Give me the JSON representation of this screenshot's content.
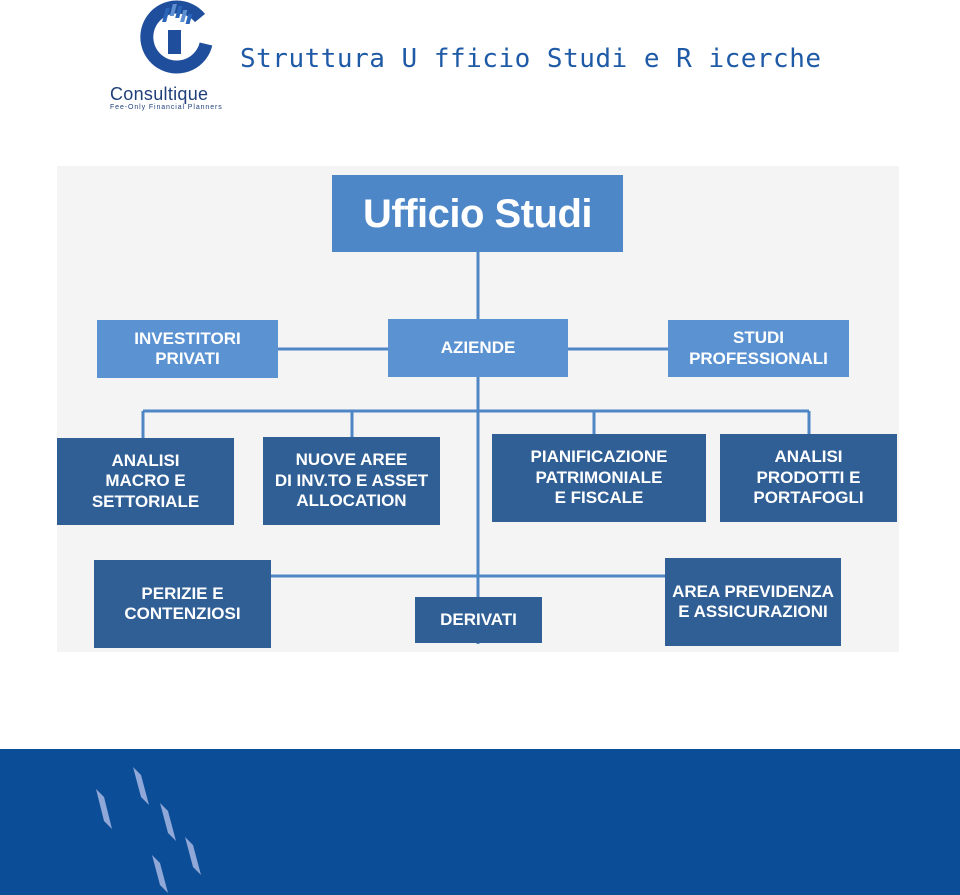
{
  "brand": {
    "name": "Consultique",
    "tagline": "Fee-Only Financial Planners"
  },
  "slide": {
    "title": "Struttura U fficio  Studi e  R icerche"
  },
  "chart": {
    "root": "Ufficio Studi",
    "level1": [
      "INVESTITORI\nPRIVATI",
      "AZIENDE",
      "STUDI\nPROFESSIONALI"
    ],
    "level2": [
      "ANALISI\nMACRO E\nSETTORIALE",
      "NUOVE AREE\nDI INV.TO E ASSET\nALLOCATION",
      "PIANIFICAZIONE\nPATRIMONIALE\nE FISCALE",
      "ANALISI\nPRODOTTI E\nPORTAFOGLI"
    ],
    "level3": [
      "PERIZIE E\nCONTENZIOSI",
      "DERIVATI",
      "AREA PREVIDENZA\nE ASSICURAZIONI"
    ]
  },
  "colors": {
    "root": "#4e87c8",
    "level1": "#5b92d2",
    "level2": "#305f96",
    "connector": "#4f86c6",
    "footer": "#0c4d97",
    "title": "#1f5aa6"
  }
}
